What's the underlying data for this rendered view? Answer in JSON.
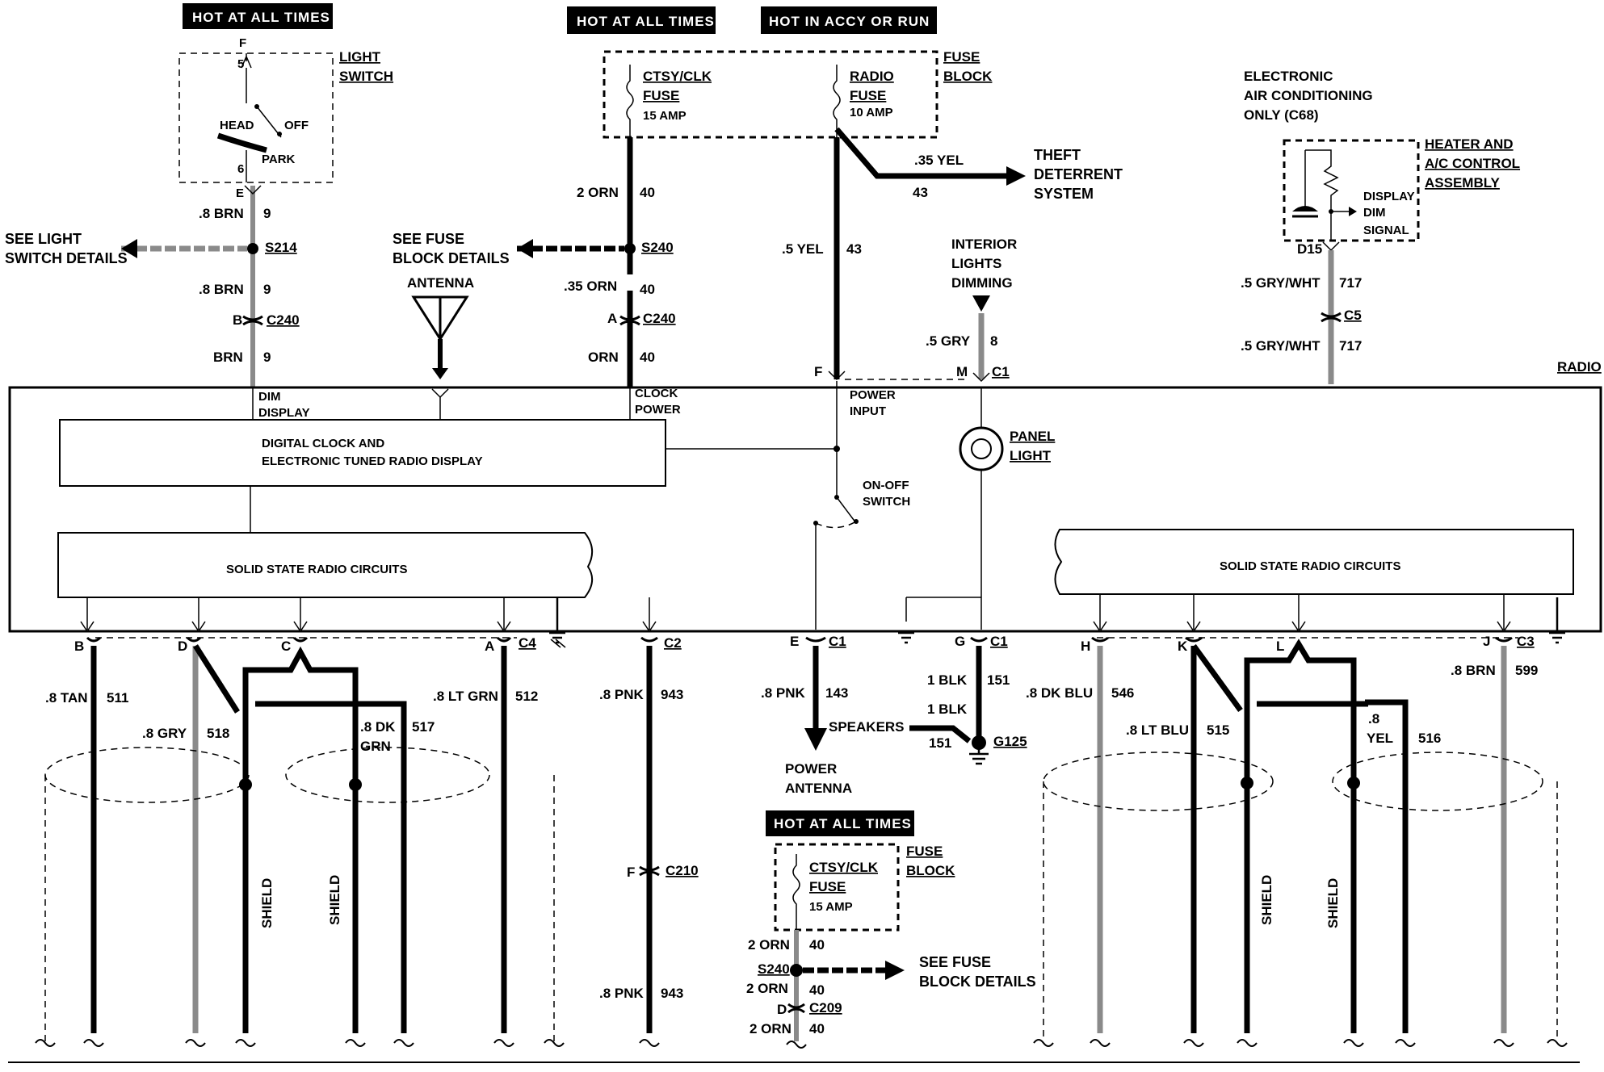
{
  "headers": {
    "hot_left": "HOT AT ALL TIMES",
    "hot_mid": "HOT AT ALL TIMES",
    "hot_accy": "HOT IN ACCY OR RUN",
    "hot_bottom": "HOT AT ALL TIMES"
  },
  "light_switch": {
    "title_1": "LIGHT",
    "title_2": "SWITCH",
    "term_top": "F",
    "term_5": "5",
    "term_6": "6",
    "head": "HEAD",
    "off": "OFF",
    "park": "PARK",
    "term_e": "E"
  },
  "fuse_block": {
    "title_1": "FUSE",
    "title_2": "BLOCK",
    "ctsy_1": "CTSY/CLK",
    "ctsy_2": "FUSE",
    "ctsy_amp": "15 AMP",
    "radio_1": "RADIO",
    "radio_2": "FUSE",
    "radio_amp": "10 AMP"
  },
  "theft": {
    "wire": ".35 YEL",
    "circuit": "43",
    "line1": "THEFT",
    "line2": "DETERRENT",
    "line3": "SYSTEM"
  },
  "left_wires": {
    "brn8_a": ".8 BRN",
    "c9_a": "9",
    "brn8_b": ".8 BRN",
    "c9_b": "9",
    "brn": "BRN",
    "c9_c": "9",
    "s214": "S214",
    "see_light_1": "SEE LIGHT",
    "see_light_2": "SWITCH DETAILS",
    "c240_b": "B",
    "c240_b_name": "C240"
  },
  "mid_wires": {
    "orn2": "2 ORN",
    "c40_a": "40",
    "s240": "S240",
    "see_fuse_1": "SEE FUSE",
    "see_fuse_2": "BLOCK DETAILS",
    "antenna": "ANTENNA",
    "orn35": ".35 ORN",
    "c40_b": "40",
    "c240_a": "A",
    "c240_a_name": "C240",
    "orn": "ORN",
    "c40_c": "40",
    "yel5": ".5 YEL",
    "c43": "43"
  },
  "interior": {
    "line1": "INTERIOR",
    "line2": "LIGHTS",
    "line3": "DIMMING",
    "gry5": ".5 GRY",
    "c8": "8",
    "m": "M",
    "c1": "C1",
    "f": "F"
  },
  "ac": {
    "line1": "ELECTRONIC",
    "line2": "AIR CONDITIONING",
    "line3": "ONLY (C68)",
    "heater_1": "HEATER AND",
    "heater_2": "A/C CONTROL",
    "heater_3": "ASSEMBLY",
    "display": "DISPLAY",
    "dim": "DIM",
    "signal": "SIGNAL",
    "d15": "D15",
    "gw_a": ".5 GRY/WHT",
    "c717_a": "717",
    "c5": "C5",
    "gw_b": ".5 GRY/WHT",
    "c717_b": "717"
  },
  "radio": {
    "title": "RADIO",
    "dim_1": "DIM",
    "dim_2": "DISPLAY",
    "clock_1": "CLOCK",
    "clock_2": "POWER",
    "power_1": "POWER",
    "power_2": "INPUT",
    "display_1": "DIGITAL CLOCK AND",
    "display_2": "ELECTRONIC TUNED RADIO DISPLAY",
    "onoff_1": "ON-OFF",
    "onoff_2": "SWITCH",
    "panel_1": "PANEL",
    "panel_2": "LIGHT",
    "ssrc_left": "SOLID STATE RADIO CIRCUITS",
    "ssrc_right": "SOLID STATE RADIO CIRCUITS"
  },
  "bottom_left": {
    "b": "B",
    "d": "D",
    "c": "C",
    "a": "A",
    "c4": "C4",
    "tan": ".8 TAN",
    "c511": "511",
    "gry": ".8 GRY",
    "c518": "518",
    "dkgrn_1": ".8 DK",
    "dkgrn_2": "GRN",
    "c517": "517",
    "ltgrn": ".8 LT GRN",
    "c512": "512",
    "shield_1": "SHIELD",
    "shield_2": "SHIELD"
  },
  "bottom_mid": {
    "c2": "C2",
    "pnk_a": ".8 PNK",
    "c943_a": "943",
    "f": "F",
    "c210": "C210",
    "pnk_b": ".8 PNK",
    "c943_b": "943",
    "e": "E",
    "c1": "C1",
    "pnk_c": ".8 PNK",
    "c143": "143",
    "power_ant_1": "POWER",
    "power_ant_2": "ANTENNA",
    "speakers": "SPEAKERS",
    "g": "G",
    "c1_g": "C1",
    "blk_a": "1 BLK",
    "c151_a": "151",
    "blk_b": "1 BLK",
    "c151_b": "151",
    "g125": "G125"
  },
  "bottom_fuse": {
    "title_1": "FUSE",
    "title_2": "BLOCK",
    "ctsy_1": "CTSY/CLK",
    "ctsy_2": "FUSE",
    "amp": "15 AMP",
    "orn_a": "2 ORN",
    "c40_a": "40",
    "s240": "S240",
    "see_1": "SEE FUSE",
    "see_2": "BLOCK DETAILS",
    "orn_b": "2 ORN",
    "c40_b": "40",
    "d": "D",
    "c209": "C209",
    "orn_c": "2 ORN",
    "c40_c": "40"
  },
  "bottom_right": {
    "h": "H",
    "k": "K",
    "l": "L",
    "j": "J",
    "c3": "C3",
    "dkblu": ".8 DK BLU",
    "c546": "546",
    "ltblu": ".8 LT BLU",
    "c515": "515",
    "yel_1": ".8",
    "yel_2": "YEL",
    "c516": "516",
    "brn": ".8 BRN",
    "c599": "599",
    "shield_1": "SHIELD",
    "shield_2": "SHIELD"
  }
}
